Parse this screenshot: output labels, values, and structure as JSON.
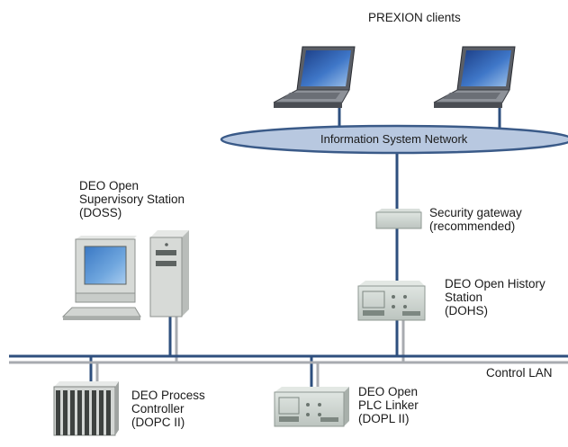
{
  "network": {
    "clients_label": "PREXION clients",
    "isn_label": "Information System Network",
    "control_lan_label": "Control LAN"
  },
  "nodes": {
    "doss": {
      "line1": "DEO Open",
      "line2": "Supervisory Station",
      "line3": "(DOSS)"
    },
    "gateway": {
      "line1": "Security gateway",
      "line2": "(recommended)"
    },
    "dohs": {
      "line1": "DEO Open History",
      "line2": "Station",
      "line3": "(DOHS)"
    },
    "dopc": {
      "line1": "DEO Process",
      "line2": "Controller",
      "line3": "(DOPC II)"
    },
    "dopl": {
      "line1": "DEO Open",
      "line2": "PLC Linker",
      "line3": "(DOPL II)"
    }
  },
  "colors": {
    "network_fill": "#b8c8e0",
    "network_stroke": "#3a5a88",
    "bus_blue": "#2e4f7e",
    "bus_gray": "#a8abb0",
    "device_gray": "#c8cfca"
  }
}
